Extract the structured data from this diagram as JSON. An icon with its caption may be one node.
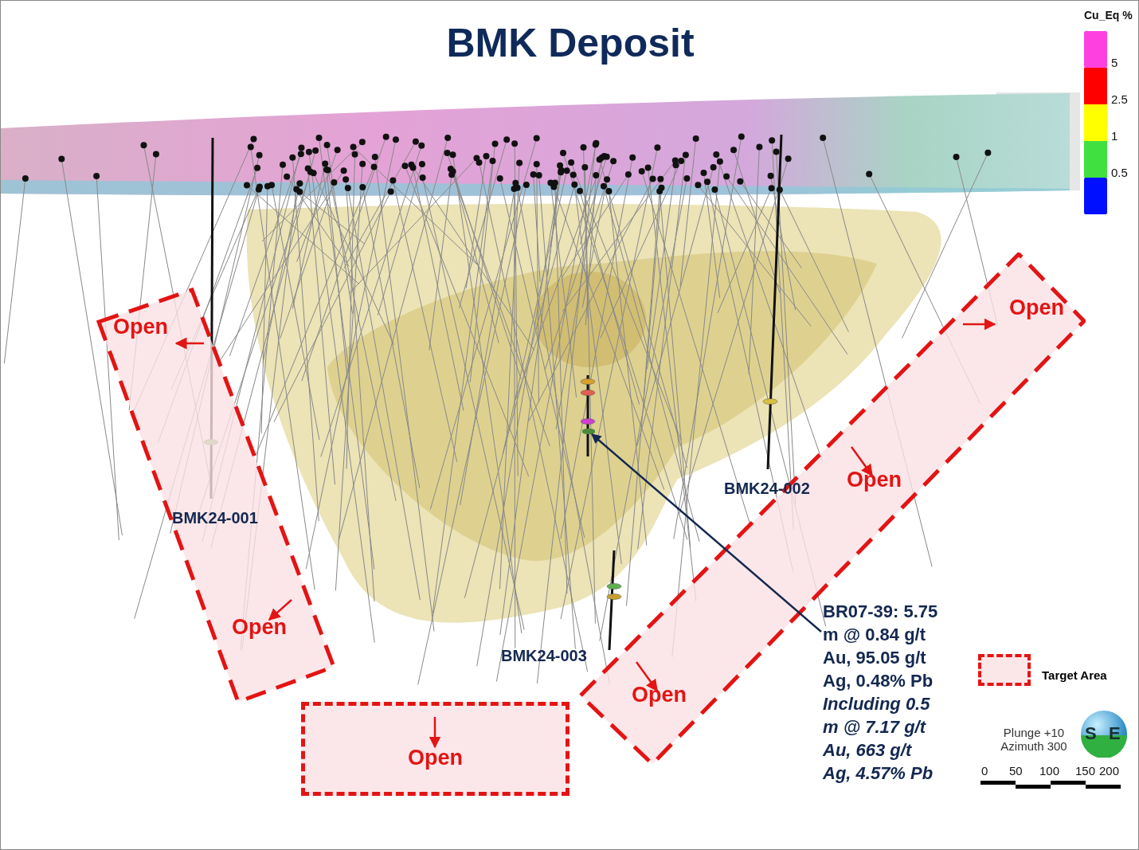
{
  "diagram": {
    "title": "BMK Deposit",
    "nodes": [
      {
        "text": [
          "Open",
          "Open"
        ]
      },
      {
        "text": [
          "Open",
          "Open",
          "Open"
        ]
      },
      {
        "text": [
          "Open"
        ]
      },
      {
        "text": [
          "BR07-39: 5.75 m @ 0.84 g/t Au, 95.05 g/t Ag, 0.48% Pb",
          "Including 0.5 m @ 7.17 g/t Au, 663 g/t Ag, 4.57% Pb"
        ]
      },
      {
        "text": [],
        "shape": "bar"
      }
    ],
    "edges": [
      {
        "from": 3,
        "to": 4,
        "arrow": "to"
      }
    ],
    "labels": [
      "Cu_Eq %",
      "5",
      "2.5",
      "1",
      "0.5",
      "BMK24-002",
      "BMK24-001",
      "BMK24-003",
      "Plunge +10 Azimuth 300",
      "S",
      "E",
      "0",
      "50",
      "100",
      "150",
      "200"
    ],
    "legend": [
      {
        "text": "Target Area"
      }
    ]
  }
}
